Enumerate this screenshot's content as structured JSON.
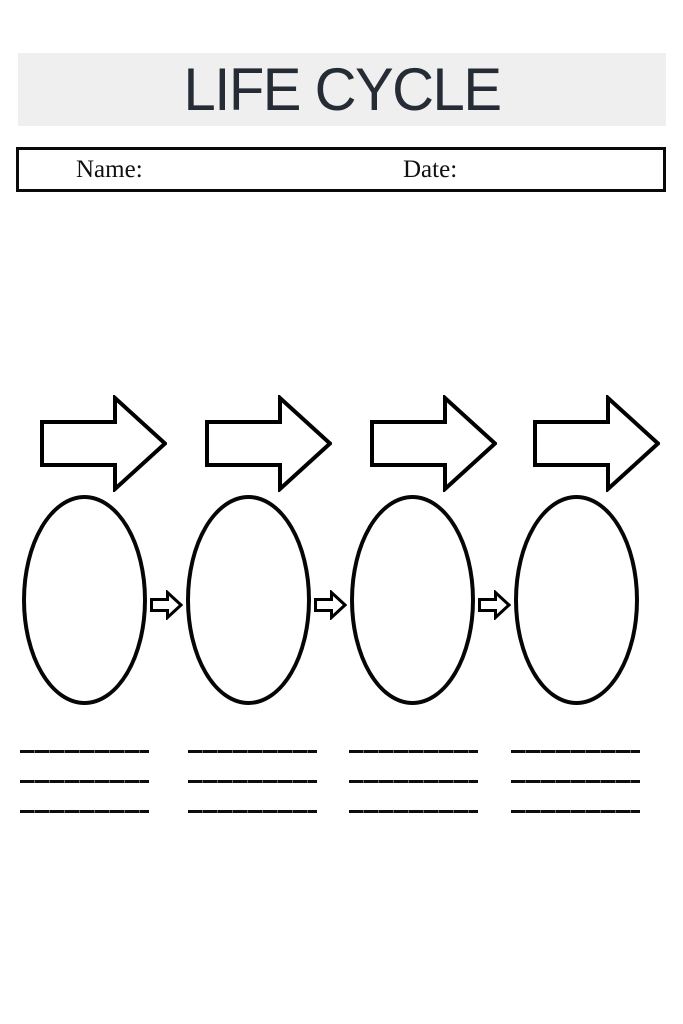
{
  "header": {
    "title": "LIFE CYCLE",
    "banner_bg": "#efefef",
    "title_color": "#262c36"
  },
  "form": {
    "name_label": "Name:",
    "date_label": "Date:",
    "name_value": "",
    "date_value": ""
  },
  "diagram": {
    "stage_count": 4,
    "flow_arrow_count": 4,
    "connector_count": 3,
    "blank_lines_per_stage": 3,
    "outline_color": "#000000",
    "shape_fill": "#ffffff",
    "shapes": {
      "flow_arrow": "large-right-arrow",
      "stage": "oval",
      "connector": "small-right-arrow"
    }
  }
}
